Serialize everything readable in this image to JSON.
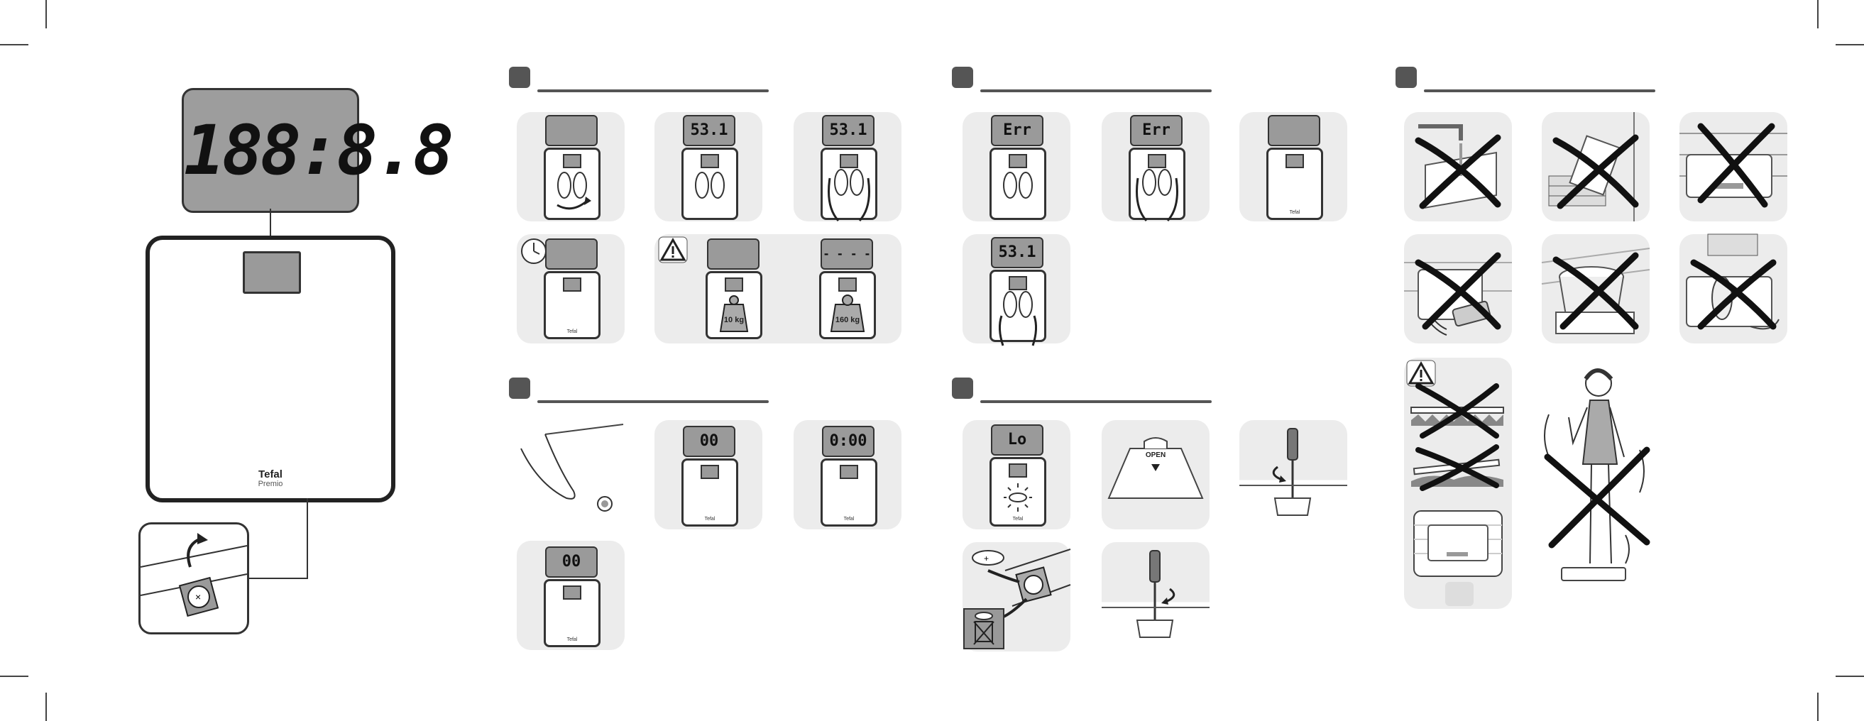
{
  "main_scale": {
    "display_text": "188:8.8",
    "brand": "Tefal",
    "model": "Premio"
  },
  "section_a": {
    "display_1": "",
    "display_2": "53.1",
    "display_3": "53.1",
    "display_4": "",
    "weight_small": "10 kg",
    "display_5": "",
    "weight_large": "160 kg",
    "display_6": "- - - -"
  },
  "section_b": {
    "display_1": "Err",
    "display_2": "Err",
    "display_3": "",
    "display_4": "53.1"
  },
  "section_d": {
    "display_1": "00",
    "display_2": "0:00",
    "display_3": "00"
  },
  "section_e": {
    "display_1": "Lo",
    "open_label": "OPEN"
  },
  "scale_brand_small": "Tefal"
}
